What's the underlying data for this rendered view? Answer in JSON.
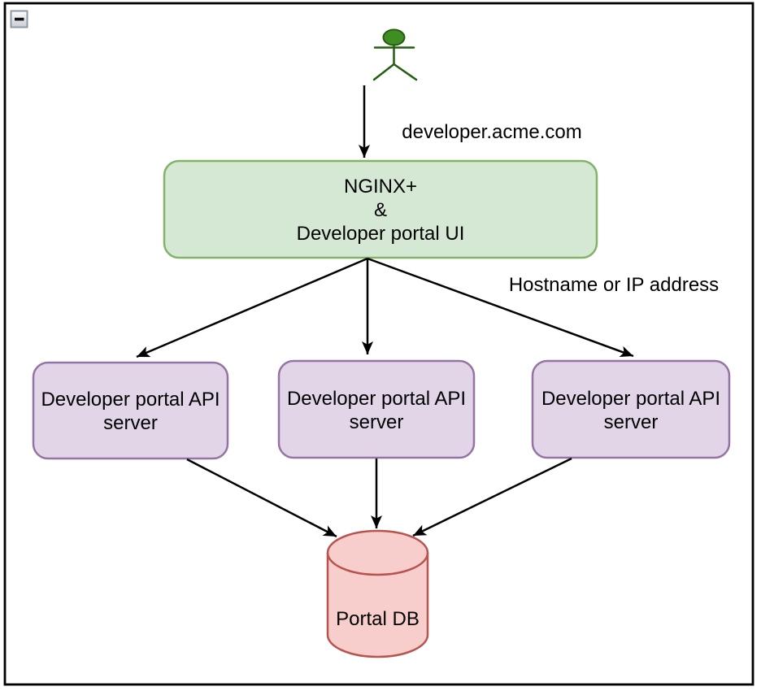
{
  "window": {
    "collapse_button": {
      "icon": "minus-icon"
    },
    "border_color": "#000000",
    "background": "#ffffff"
  },
  "diagram": {
    "labels": {
      "domain": "developer.acme.com",
      "routing": "Hostname or IP address"
    },
    "actor": {
      "role": "user",
      "fill": "#3f8e24",
      "stroke": "#245e12"
    },
    "nodes": {
      "gateway": {
        "line1": "NGINX+",
        "line2": "&",
        "line3": "Developer portal UI",
        "fill": "#d5e8d4",
        "stroke": "#82b366"
      },
      "api_servers": [
        {
          "line1": "Developer portal API",
          "line2": "server"
        },
        {
          "line1": "Developer portal API",
          "line2": "server"
        },
        {
          "line1": "Developer portal API",
          "line2": "server"
        }
      ],
      "api_server_style": {
        "fill": "#e1d5e7",
        "stroke": "#9673a6"
      },
      "database": {
        "label": "Portal DB",
        "fill": "#f8cecc",
        "stroke": "#b85450"
      }
    },
    "edge_color": "#000000",
    "text_color": "#000000"
  }
}
